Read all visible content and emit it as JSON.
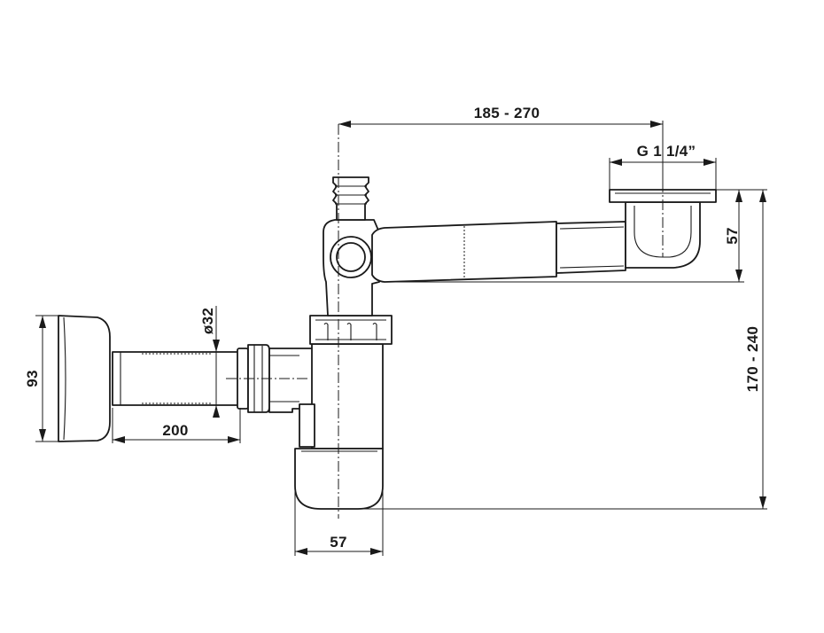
{
  "dimensions": {
    "horizontal_length": "185 - 270",
    "thread": "G 1 1/4”",
    "outlet_drop": "57",
    "total_height": "170 - 240",
    "pipe_diameter": "ø32",
    "pipe_length": "200",
    "cover_height": "93",
    "trap_width": "57"
  }
}
